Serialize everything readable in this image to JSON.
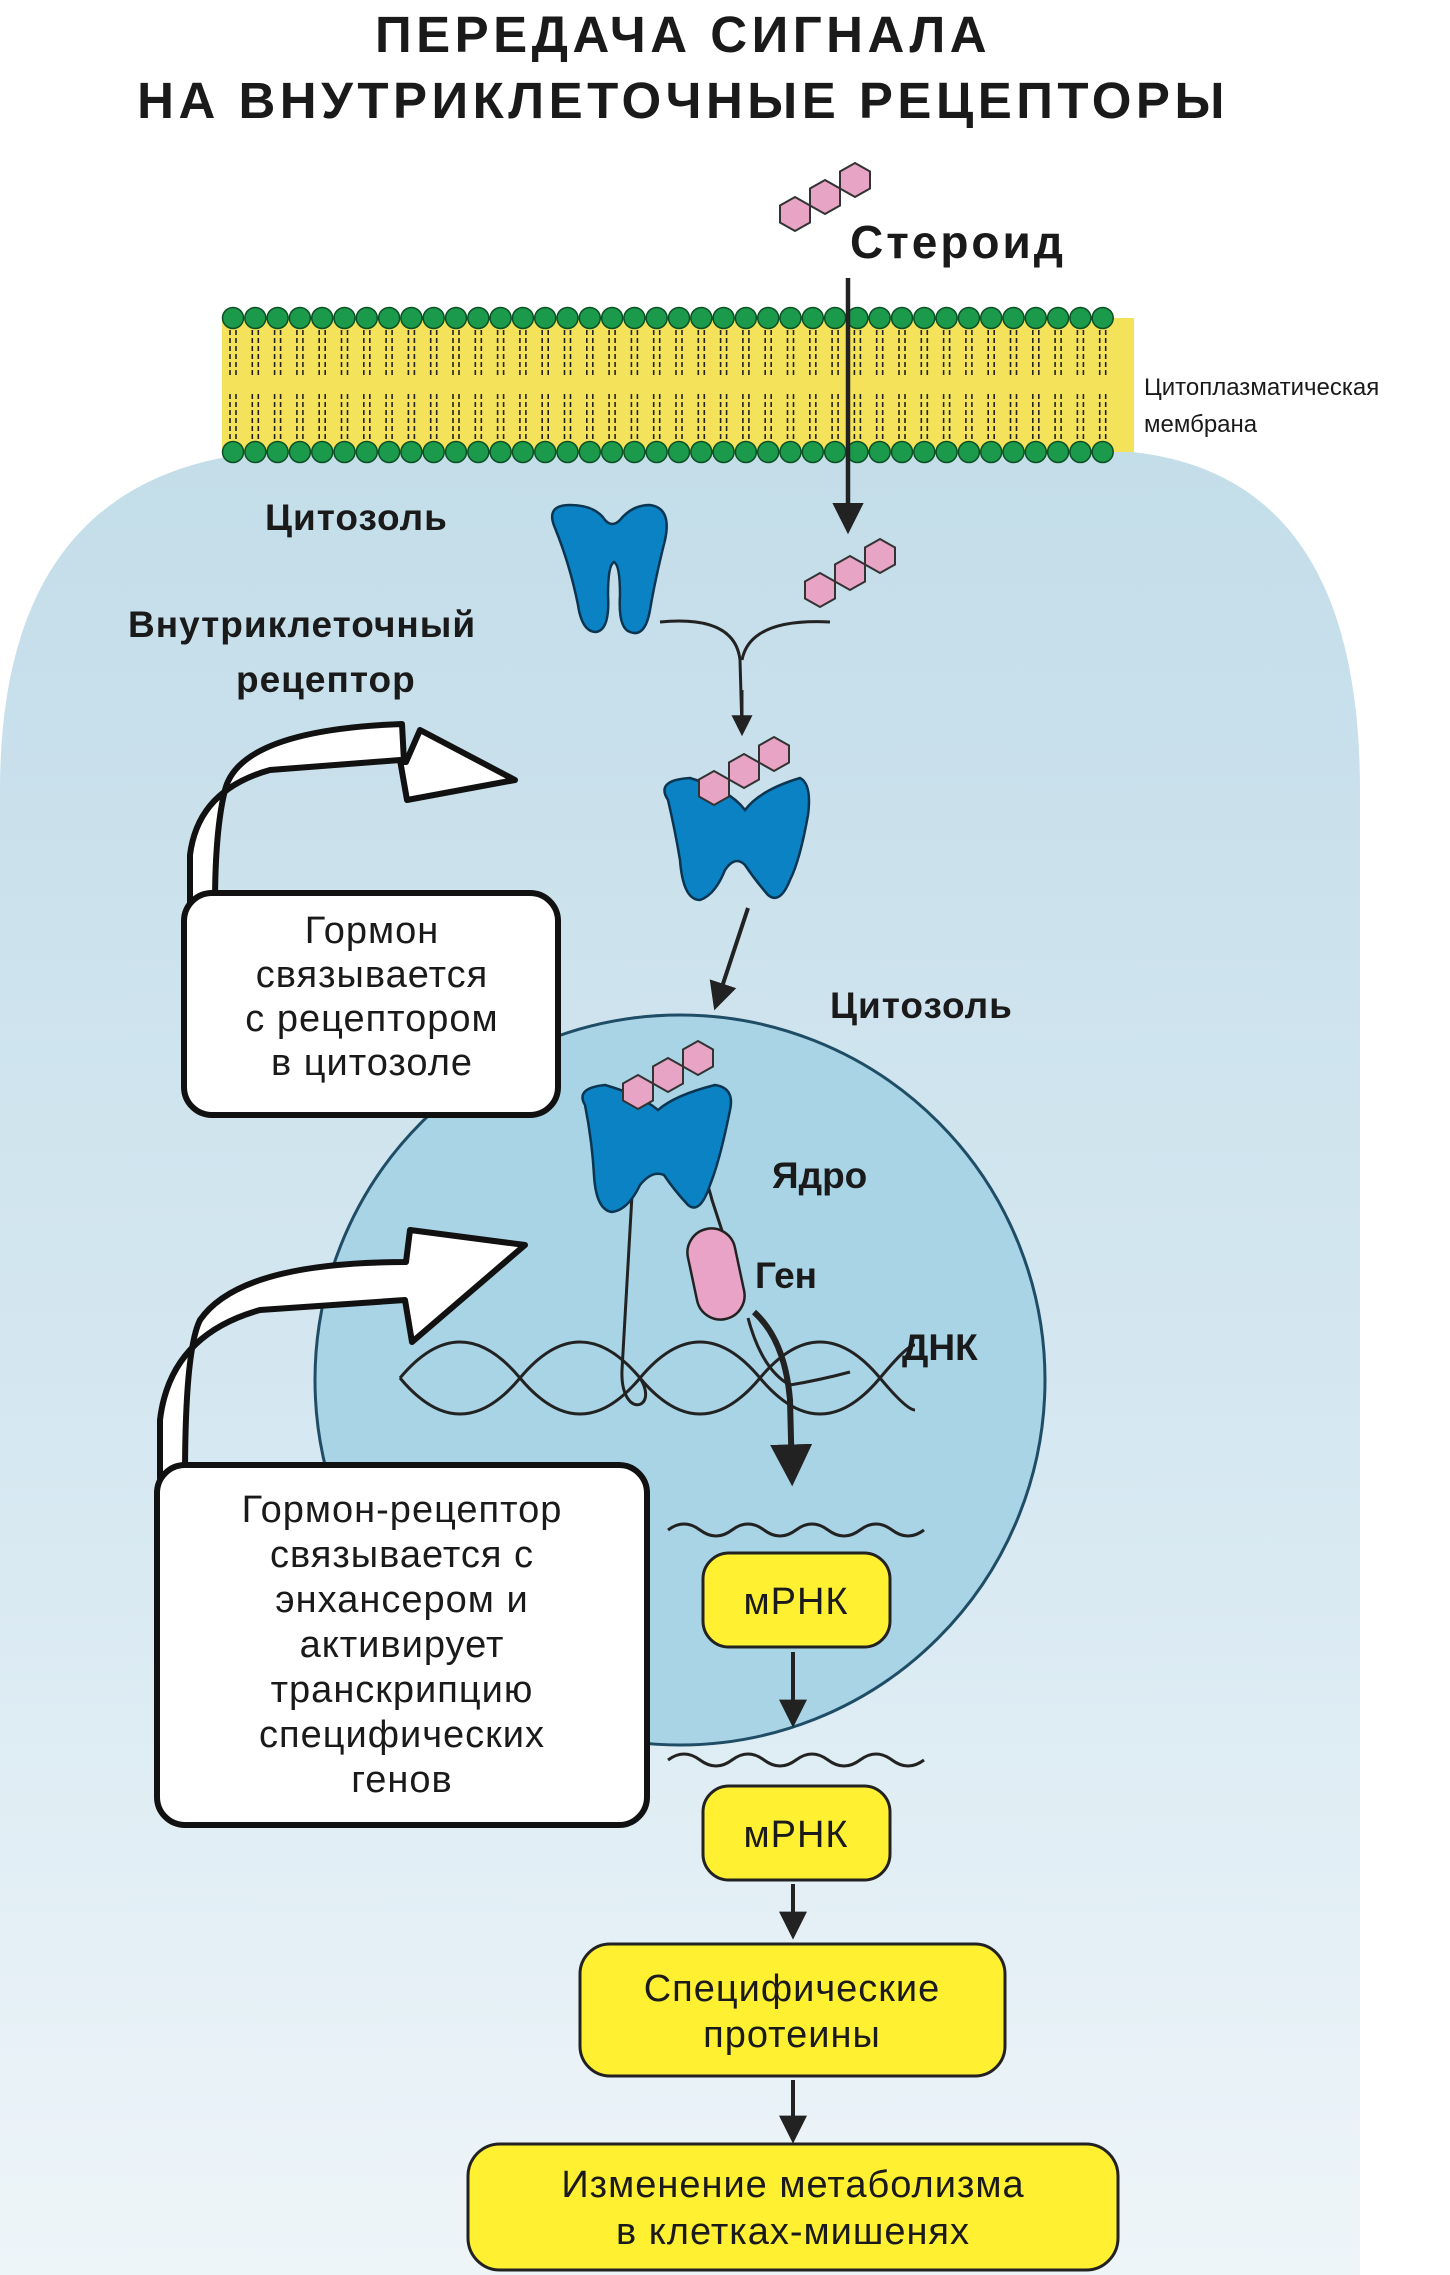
{
  "title": {
    "line1": "ПЕРЕДАЧА СИГНАЛА",
    "line2": "НА ВНУТРИКЛЕТОЧНЫЕ РЕЦЕПТОРЫ"
  },
  "labels": {
    "steroid": "Стероид",
    "membrane_line1": "Цитоплазматическая",
    "membrane_line2": "мембрана",
    "cytosol_top": "Цитозоль",
    "receptor_line1": "Внутриклеточный",
    "receptor_line2": "рецептор",
    "cytosol_mid": "Цитозоль",
    "nucleus": "Ядро",
    "gene": "Ген",
    "dna": "ДНК"
  },
  "callouts": {
    "first": [
      "Гормон",
      "связывается",
      "с рецептором",
      "в цитозоле"
    ],
    "second": [
      "Гормон-рецептор",
      "связывается с",
      "энхансером и",
      "активирует",
      "транскрипцию",
      "специфических",
      "генов"
    ]
  },
  "boxes": {
    "mrna_nucleus": "мРНК",
    "mrna_cytosol": "мРНК",
    "proteins_line1": "Специфические",
    "proteins_line2": "протеины",
    "metabolism_line1": "Изменение метаболизма",
    "metabolism_line2": "в клетках-мишенях"
  },
  "colors": {
    "cell_top": "#c3dde9",
    "cell_bottom": "#eef5f9",
    "nucleus": "#a9d4e6",
    "membrane_fill": "#f4e35a",
    "lipid_head": "#1a9a4a",
    "receptor": "#0a82c3",
    "steroid": "#e8a4c4",
    "gene": "#e9a3c6",
    "box_fill": "#fff032"
  }
}
